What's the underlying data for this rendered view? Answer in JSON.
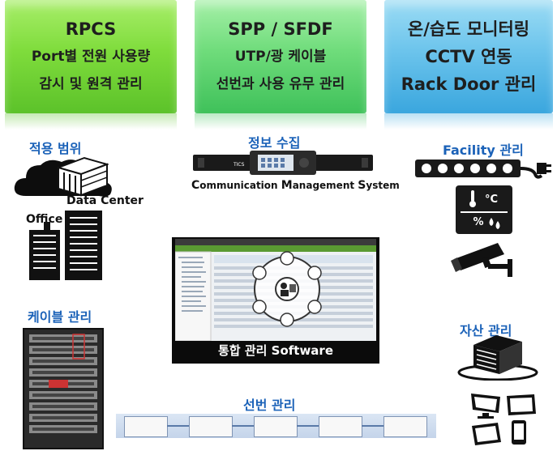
{
  "top_boxes": [
    {
      "lines": [
        "RPCS",
        "Port별 전원 사용량",
        "감시 및 원격 관리"
      ]
    },
    {
      "lines": [
        "SPP / SFDF",
        "UTP/광 케이블",
        "선번과 사용 유무 관리"
      ]
    },
    {
      "lines": [
        "온/습도 모니터링",
        "CCTV 연동",
        "Rack Door 관리"
      ]
    }
  ],
  "sections": {
    "scope": "적용 범위",
    "info_collection": "정보 수집",
    "facility": "Facility 관리",
    "cable": "케이블 관리",
    "asset": "자산 관리",
    "line_number": "선번 관리"
  },
  "labels": {
    "data_center": "Data Center",
    "office": "Office"
  },
  "cms": {
    "c": "C",
    "c_rest": "ommunication ",
    "m": "M",
    "m_rest": "anagement ",
    "s": "S",
    "s_rest": "ystem"
  },
  "software_label": "통합 관리 Software",
  "sensor": {
    "temp": "°C",
    "humidity": "%"
  },
  "colors": {
    "section_title": "#1b62b8",
    "box_green": "#7fdc3c",
    "box_mint": "#6fdc7b",
    "box_blue": "#6cc4ec"
  },
  "icons": [
    "cloud-icon",
    "building-icon",
    "office-tower-icon",
    "cms-device-icon",
    "power-strip-icon",
    "sensor-icon",
    "cctv-camera-icon",
    "server-rack-icon",
    "asset-server-icon",
    "monitor-icon",
    "tablet-icon",
    "phone-icon"
  ]
}
